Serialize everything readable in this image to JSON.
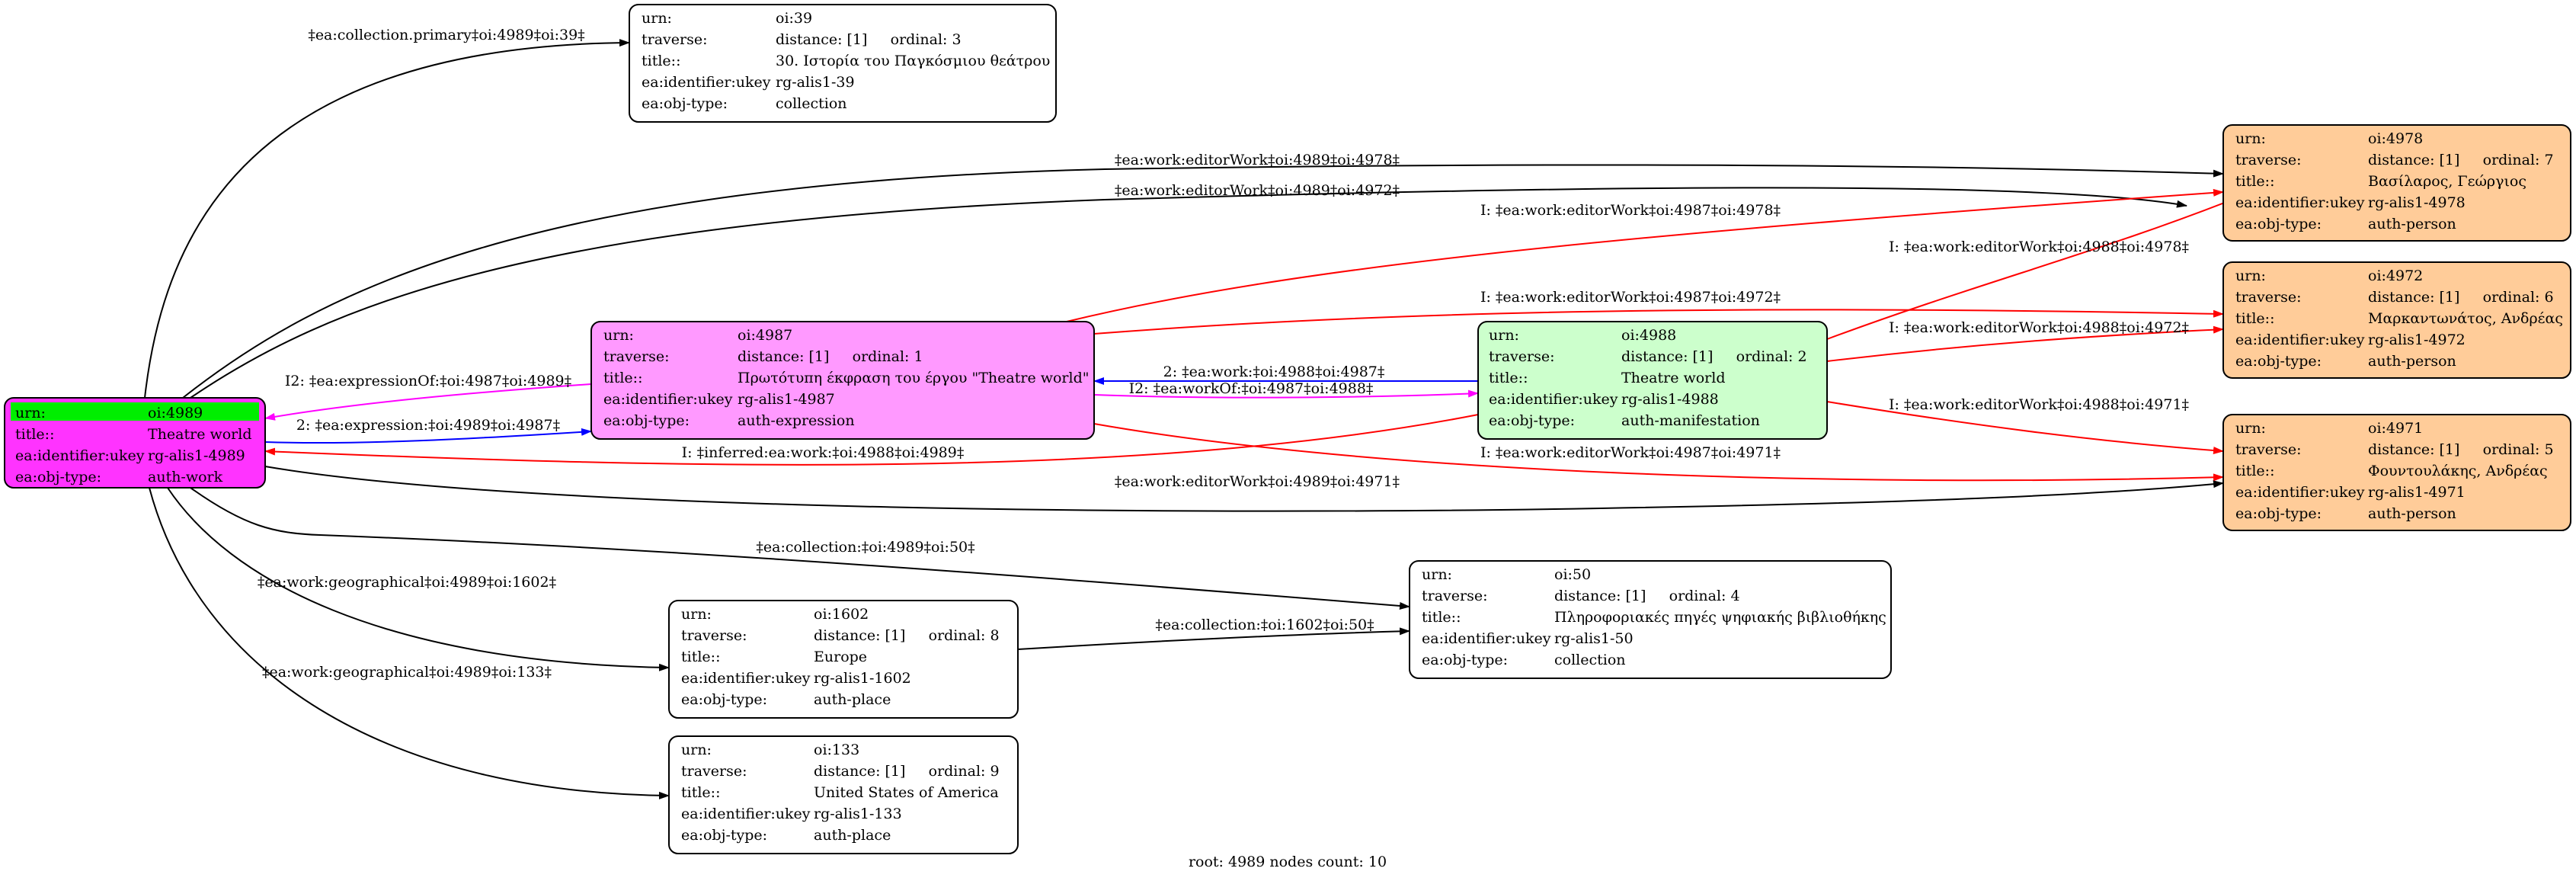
{
  "footer": "root: 4989 nodes count: 10",
  "colors": {
    "root_fill": "#ff33ff",
    "root_highlight": "#00ee00",
    "expression_fill": "#ff99ff",
    "manifestation_fill": "#ccffcc",
    "person_fill": "#ffcc99",
    "plain_fill": "#ffffff",
    "edge_default": "#000000",
    "edge_red": "#ff0000",
    "edge_blue": "#0000ff",
    "edge_magenta": "#ff00ff"
  },
  "nodes": [
    {
      "id": "oi4989",
      "type": "auth-work",
      "rows": [
        [
          "urn:",
          "oi:4989"
        ],
        [
          "title::",
          "Theatre world"
        ],
        [
          "ea:identifier:ukey",
          "rg-alis1-4989"
        ],
        [
          "ea:obj-type:",
          "auth-work"
        ]
      ]
    },
    {
      "id": "oi39",
      "type": "collection",
      "rows": [
        [
          "urn:",
          "oi:39"
        ],
        [
          "traverse:",
          "distance: [1]     ordinal: 3"
        ],
        [
          "title::",
          "30. Ιστορία του Παγκόσμιου θεάτρου"
        ],
        [
          "ea:identifier:ukey",
          "rg-alis1-39"
        ],
        [
          "ea:obj-type:",
          "collection"
        ]
      ]
    },
    {
      "id": "oi4987",
      "type": "auth-expression",
      "rows": [
        [
          "urn:",
          "oi:4987"
        ],
        [
          "traverse:",
          "distance: [1]     ordinal: 1"
        ],
        [
          "title::",
          "Πρωτότυπη έκφραση του έργου \"Theatre world\""
        ],
        [
          "ea:identifier:ukey",
          "rg-alis1-4987"
        ],
        [
          "ea:obj-type:",
          "auth-expression"
        ]
      ]
    },
    {
      "id": "oi4988",
      "type": "auth-manifestation",
      "rows": [
        [
          "urn:",
          "oi:4988"
        ],
        [
          "traverse:",
          "distance: [1]     ordinal: 2"
        ],
        [
          "title::",
          "Theatre world"
        ],
        [
          "ea:identifier:ukey",
          "rg-alis1-4988"
        ],
        [
          "ea:obj-type:",
          "auth-manifestation"
        ]
      ]
    },
    {
      "id": "oi4978",
      "type": "auth-person",
      "rows": [
        [
          "urn:",
          "oi:4978"
        ],
        [
          "traverse:",
          "distance: [1]     ordinal: 7"
        ],
        [
          "title::",
          "Βασίλαρος, Γεώργιος"
        ],
        [
          "ea:identifier:ukey",
          "rg-alis1-4978"
        ],
        [
          "ea:obj-type:",
          "auth-person"
        ]
      ]
    },
    {
      "id": "oi4972",
      "type": "auth-person",
      "rows": [
        [
          "urn:",
          "oi:4972"
        ],
        [
          "traverse:",
          "distance: [1]     ordinal: 6"
        ],
        [
          "title::",
          "Μαρκαντωνάτος, Ανδρέας"
        ],
        [
          "ea:identifier:ukey",
          "rg-alis1-4972"
        ],
        [
          "ea:obj-type:",
          "auth-person"
        ]
      ]
    },
    {
      "id": "oi4971",
      "type": "auth-person",
      "rows": [
        [
          "urn:",
          "oi:4971"
        ],
        [
          "traverse:",
          "distance: [1]     ordinal: 5"
        ],
        [
          "title::",
          "Φουντουλάκης, Ανδρέας"
        ],
        [
          "ea:identifier:ukey",
          "rg-alis1-4971"
        ],
        [
          "ea:obj-type:",
          "auth-person"
        ]
      ]
    },
    {
      "id": "oi50",
      "type": "collection",
      "rows": [
        [
          "urn:",
          "oi:50"
        ],
        [
          "traverse:",
          "distance: [1]     ordinal: 4"
        ],
        [
          "title::",
          "Πληροφοριακές πηγές ψηφιακής βιβλιοθήκης"
        ],
        [
          "ea:identifier:ukey",
          "rg-alis1-50"
        ],
        [
          "ea:obj-type:",
          "collection"
        ]
      ]
    },
    {
      "id": "oi1602",
      "type": "auth-place",
      "rows": [
        [
          "urn:",
          "oi:1602"
        ],
        [
          "traverse:",
          "distance: [1]     ordinal: 8"
        ],
        [
          "title::",
          "Europe"
        ],
        [
          "ea:identifier:ukey",
          "rg-alis1-1602"
        ],
        [
          "ea:obj-type:",
          "auth-place"
        ]
      ]
    },
    {
      "id": "oi133",
      "type": "auth-place",
      "rows": [
        [
          "urn:",
          "oi:133"
        ],
        [
          "traverse:",
          "distance: [1]     ordinal: 9"
        ],
        [
          "title::",
          "United States of America"
        ],
        [
          "ea:identifier:ukey",
          "rg-alis1-133"
        ],
        [
          "ea:obj-type:",
          "auth-place"
        ]
      ]
    }
  ],
  "edges": [
    {
      "id": "e1",
      "label": "‡ea:collection.primary‡oi:4989‡oi:39‡",
      "color": "black"
    },
    {
      "id": "e2",
      "label": "‡ea:work:editorWork‡oi:4989‡oi:4978‡",
      "color": "black"
    },
    {
      "id": "e3",
      "label": "‡ea:work:editorWork‡oi:4989‡oi:4972‡",
      "color": "black"
    },
    {
      "id": "e4",
      "label": "I: ‡ea:work:editorWork‡oi:4987‡oi:4978‡",
      "color": "red"
    },
    {
      "id": "e5",
      "label": "I: ‡ea:work:editorWork‡oi:4988‡oi:4978‡",
      "color": "red"
    },
    {
      "id": "e6",
      "label": "I: ‡ea:work:editorWork‡oi:4987‡oi:4972‡",
      "color": "red"
    },
    {
      "id": "e7",
      "label": "I: ‡ea:work:editorWork‡oi:4988‡oi:4972‡",
      "color": "red"
    },
    {
      "id": "e8",
      "label": "I2: ‡ea:expressionOf:‡oi:4987‡oi:4989‡",
      "color": "magenta"
    },
    {
      "id": "e9",
      "label": "2: ‡ea:expression:‡oi:4989‡oi:4987‡",
      "color": "blue"
    },
    {
      "id": "e10",
      "label": "2: ‡ea:work:‡oi:4988‡oi:4987‡",
      "color": "blue"
    },
    {
      "id": "e11",
      "label": "I2: ‡ea:workOf:‡oi:4987‡oi:4988‡",
      "color": "magenta"
    },
    {
      "id": "e12",
      "label": "I: ‡ea:work:editorWork‡oi:4988‡oi:4971‡",
      "color": "red"
    },
    {
      "id": "e13",
      "label": "I: ‡inferred:ea:work:‡oi:4988‡oi:4989‡",
      "color": "red"
    },
    {
      "id": "e14",
      "label": "I: ‡ea:work:editorWork‡oi:4987‡oi:4971‡",
      "color": "red"
    },
    {
      "id": "e15",
      "label": "‡ea:work:editorWork‡oi:4989‡oi:4971‡",
      "color": "black"
    },
    {
      "id": "e16",
      "label": "‡ea:collection:‡oi:4989‡oi:50‡",
      "color": "black"
    },
    {
      "id": "e17",
      "label": "‡ea:work:geographical‡oi:4989‡oi:1602‡",
      "color": "black"
    },
    {
      "id": "e18",
      "label": "‡ea:collection:‡oi:1602‡oi:50‡",
      "color": "black"
    },
    {
      "id": "e19",
      "label": "‡ea:work:geographical‡oi:4989‡oi:133‡",
      "color": "black"
    }
  ]
}
